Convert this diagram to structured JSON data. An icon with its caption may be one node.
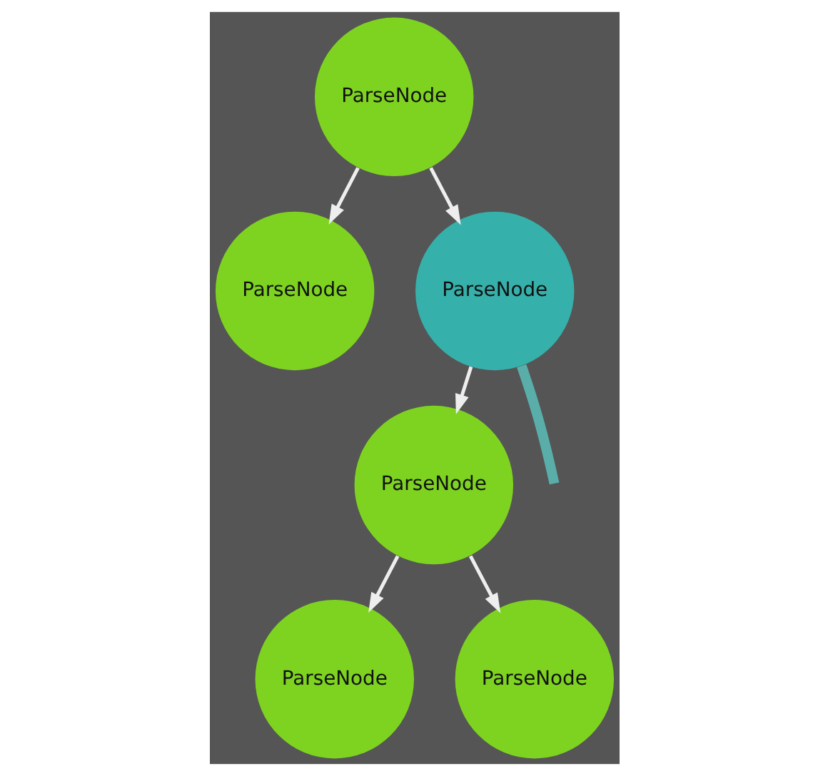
{
  "diagram": {
    "nodes": [
      {
        "text": [
          "ParseNode"
        ]
      },
      {
        "text": [
          "ParseNode"
        ]
      },
      {
        "text": [
          "ParseNode"
        ]
      },
      {
        "text": [
          "ParseNode"
        ]
      },
      {
        "text": [
          "ParseNode"
        ]
      },
      {
        "text": [
          "ParseNode"
        ]
      }
    ],
    "edges": [
      {
        "from": 0,
        "to": 1,
        "arrow": "to"
      },
      {
        "from": 0,
        "to": 2,
        "arrow": "to"
      },
      {
        "from": 2,
        "to": null,
        "arrow": "none",
        "style": "thick",
        "color": "#5aaeaa"
      },
      {
        "from": 2,
        "to": 3,
        "arrow": "to"
      },
      {
        "from": 3,
        "to": 4,
        "arrow": "to"
      },
      {
        "from": 3,
        "to": 5,
        "arrow": "to"
      }
    ]
  }
}
